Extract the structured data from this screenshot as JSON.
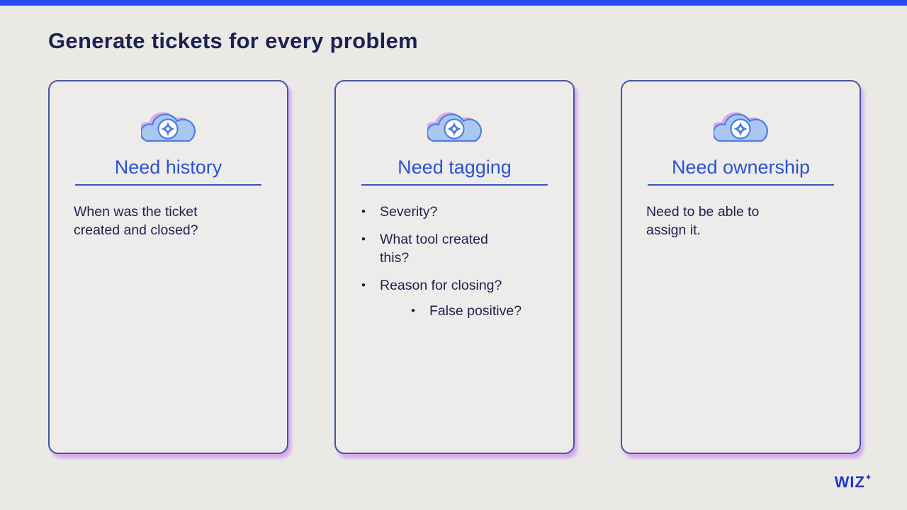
{
  "title": "Generate tickets for every problem",
  "bullet_char": "•",
  "colors": {
    "top_bar_blue": "#2b4af0",
    "background_gray": "#eae9e6",
    "title_navy": "#1d2150",
    "heading_blue": "#2b52d2",
    "underline_blue": "#3a57b5",
    "card_border_slate": "#47549f",
    "card_shadow_pink": "#d49cee",
    "cloud_fill_blue": "#aac7f0",
    "cloud_outline_blue": "#4d7de2",
    "cloud_accent_pink": "#d9abe9",
    "logo_blue": "#2236c9"
  },
  "cards": [
    {
      "icon": "cloud-sparkle-icon",
      "heading": "Need history",
      "paragraph": "When was the ticket\ncreated and closed?"
    },
    {
      "icon": "cloud-sparkle-icon",
      "heading": "Need tagging",
      "bullets": [
        {
          "level": 1,
          "text": "Severity?"
        },
        {
          "level": 1,
          "text": "What tool created\nthis?"
        },
        {
          "level": 1,
          "text": "Reason for closing?"
        },
        {
          "level": 2,
          "text": "False positive?"
        }
      ]
    },
    {
      "icon": "cloud-sparkle-icon",
      "heading": "Need ownership",
      "paragraph": "Need to be able to\nassign it."
    }
  ],
  "logo": {
    "text": "WIZ",
    "star": "sparkle-star-icon"
  }
}
